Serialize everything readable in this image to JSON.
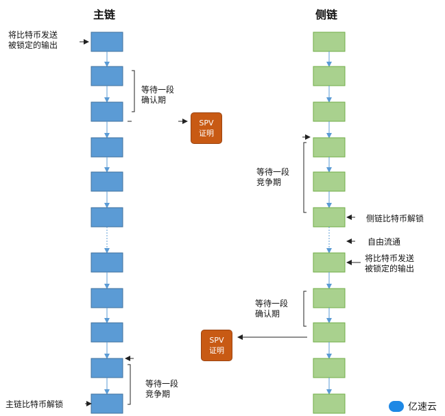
{
  "headers": {
    "main": "主链",
    "side": "侧链"
  },
  "main_labels": {
    "lock_output": "将比特币发送\n被锁定的输出",
    "wait_confirm": "等待一段\n确认期",
    "wait_contest": "等待一段\n竞争期",
    "unlock": "主链比特币解锁"
  },
  "side_labels": {
    "wait_contest": "等待一段\n竞争期",
    "unlock": "侧链比特币解锁",
    "free_circulation": "自由流通",
    "lock_output": "将比特币发送\n被锁定的输出",
    "wait_confirm": "等待一段\n确认期"
  },
  "spv": {
    "top": "SPV\n证明",
    "bottom": "SPV\n证明"
  },
  "watermark": "亿速云",
  "colors": {
    "main_block": "#5b9bd5",
    "main_border": "#41719c",
    "side_block": "#a9d18e",
    "side_border": "#70ad47",
    "spv": "#c85a14"
  }
}
